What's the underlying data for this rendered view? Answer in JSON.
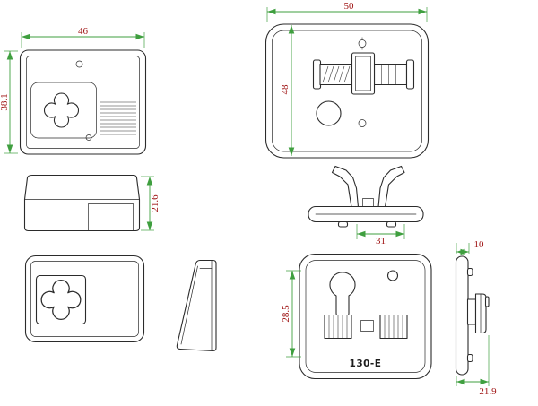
{
  "drawing": {
    "label": "130-E",
    "dimensions": {
      "cover_width": "46",
      "cover_height": "38.1",
      "plate_width": "50",
      "plate_height": "48",
      "cover_depth": "21.6",
      "clip_span": "31",
      "mechanism_height": "28.5",
      "plate_thickness": "10",
      "total_depth": "21.9"
    },
    "colors": {
      "background": "#ffffff",
      "outline": "#2b2b2b",
      "dimension_line": "#3f9f3f",
      "dimension_text": "#a01616"
    }
  }
}
